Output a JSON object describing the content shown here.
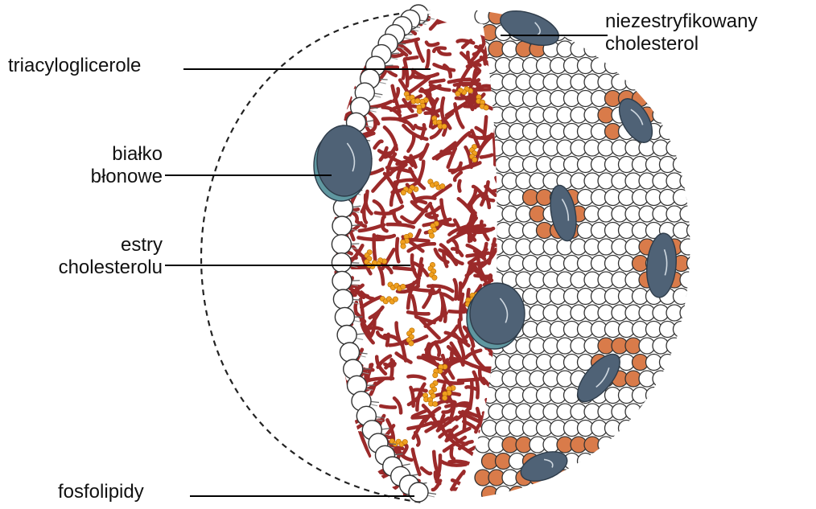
{
  "labels": {
    "triacylglycerols": "triacyloglicerole",
    "membrane_protein_line1": "białko",
    "membrane_protein_line2": "błonowe",
    "cholesterol_esters_line1": "estry",
    "cholesterol_esters_line2": "cholesterolu",
    "phospholipids": "fosfolipidy",
    "free_cholesterol_line1": "niezestryfikowany",
    "free_cholesterol_line2": "cholesterol"
  },
  "colors": {
    "phospholipid_head": "#ffffff",
    "phospholipid_outline": "#333333",
    "fatty_chain": "#9b2a2a",
    "cholesterol": "#d97b4a",
    "protein_dark": "#4f6276",
    "protein_light": "#5f97a0",
    "ester": "#f0a020",
    "leader_line": "#000000"
  },
  "icons": [
    "lipoprotein-particle-illustration"
  ]
}
